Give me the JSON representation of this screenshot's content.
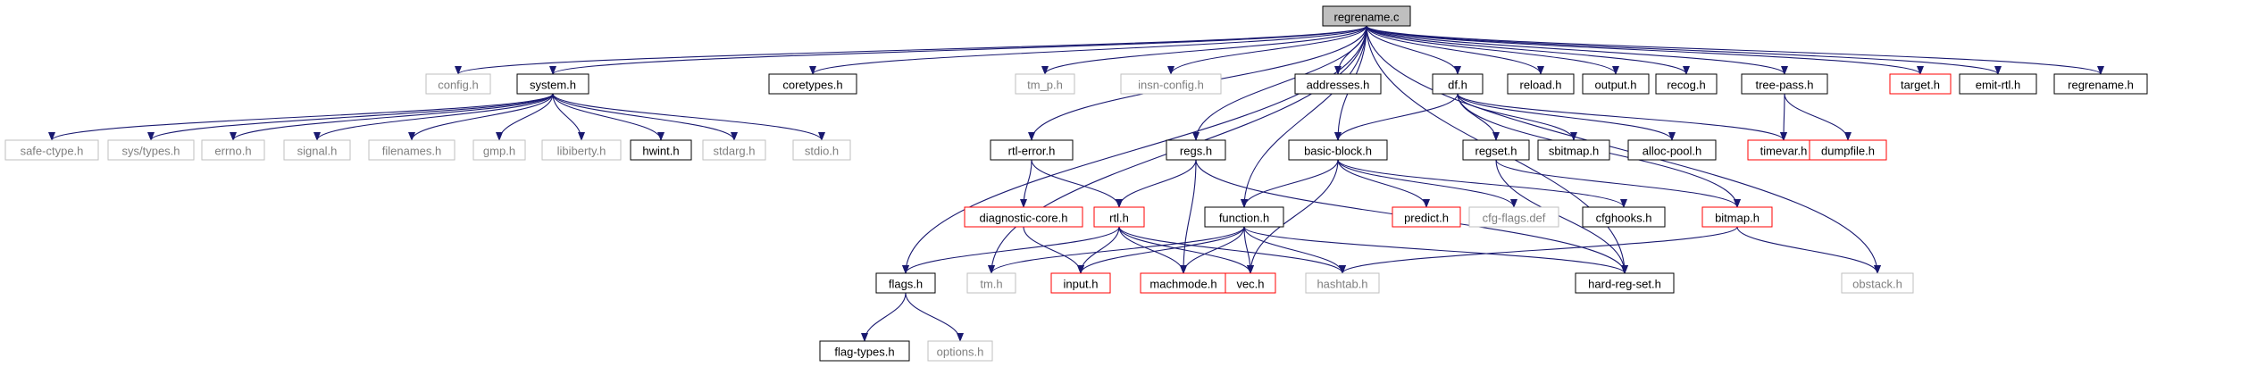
{
  "graph": {
    "root": "regrename.c",
    "colors": {
      "edge": "#191970",
      "root_fill": "#bfbfbf",
      "border_normal": "#000000",
      "border_missing": "#bfbfbf",
      "border_truncated": "#ff0000",
      "text_normal": "#000000",
      "text_missing": "#7f7f7f"
    },
    "nodes": [
      {
        "id": "root",
        "label": "regrename.c",
        "style": "root"
      },
      {
        "id": "config_h",
        "label": "config.h",
        "style": "missing"
      },
      {
        "id": "system_h",
        "label": "system.h",
        "style": "normal"
      },
      {
        "id": "coretypes_h",
        "label": "coretypes.h",
        "style": "normal"
      },
      {
        "id": "tm_p_h",
        "label": "tm_p.h",
        "style": "missing"
      },
      {
        "id": "insn_config_h",
        "label": "insn-config.h",
        "style": "missing"
      },
      {
        "id": "addresses_h",
        "label": "addresses.h",
        "style": "normal"
      },
      {
        "id": "df_h",
        "label": "df.h",
        "style": "normal"
      },
      {
        "id": "reload_h",
        "label": "reload.h",
        "style": "normal"
      },
      {
        "id": "output_h",
        "label": "output.h",
        "style": "normal"
      },
      {
        "id": "recog_h",
        "label": "recog.h",
        "style": "normal"
      },
      {
        "id": "tree_pass_h",
        "label": "tree-pass.h",
        "style": "normal"
      },
      {
        "id": "target_h",
        "label": "target.h",
        "style": "truncated"
      },
      {
        "id": "emit_rtl_h",
        "label": "emit-rtl.h",
        "style": "normal"
      },
      {
        "id": "regrename_h",
        "label": "regrename.h",
        "style": "normal"
      },
      {
        "id": "safe_ctype_h",
        "label": "safe-ctype.h",
        "style": "missing"
      },
      {
        "id": "sys_types_h",
        "label": "sys/types.h",
        "style": "missing"
      },
      {
        "id": "errno_h",
        "label": "errno.h",
        "style": "missing"
      },
      {
        "id": "signal_h",
        "label": "signal.h",
        "style": "missing"
      },
      {
        "id": "filenames_h",
        "label": "filenames.h",
        "style": "missing"
      },
      {
        "id": "gmp_h",
        "label": "gmp.h",
        "style": "missing"
      },
      {
        "id": "libiberty_h",
        "label": "libiberty.h",
        "style": "missing"
      },
      {
        "id": "hwint_h",
        "label": "hwint.h",
        "style": "normal"
      },
      {
        "id": "stdarg_h",
        "label": "stdarg.h",
        "style": "missing"
      },
      {
        "id": "stdio_h",
        "label": "stdio.h",
        "style": "missing"
      },
      {
        "id": "rtl_error_h",
        "label": "rtl-error.h",
        "style": "normal"
      },
      {
        "id": "regs_h",
        "label": "regs.h",
        "style": "normal"
      },
      {
        "id": "basic_block_h",
        "label": "basic-block.h",
        "style": "normal"
      },
      {
        "id": "regset_h",
        "label": "regset.h",
        "style": "normal"
      },
      {
        "id": "sbitmap_h",
        "label": "sbitmap.h",
        "style": "normal"
      },
      {
        "id": "alloc_pool_h",
        "label": "alloc-pool.h",
        "style": "normal"
      },
      {
        "id": "timevar_h",
        "label": "timevar.h",
        "style": "truncated"
      },
      {
        "id": "dumpfile_h",
        "label": "dumpfile.h",
        "style": "truncated"
      },
      {
        "id": "diagnostic_core_h",
        "label": "diagnostic-core.h",
        "style": "truncated"
      },
      {
        "id": "rtl_h",
        "label": "rtl.h",
        "style": "truncated"
      },
      {
        "id": "function_h",
        "label": "function.h",
        "style": "normal"
      },
      {
        "id": "predict_h",
        "label": "predict.h",
        "style": "truncated"
      },
      {
        "id": "cfg_flags_def",
        "label": "cfg-flags.def",
        "style": "missing"
      },
      {
        "id": "cfghooks_h",
        "label": "cfghooks.h",
        "style": "normal"
      },
      {
        "id": "bitmap_h",
        "label": "bitmap.h",
        "style": "truncated"
      },
      {
        "id": "flags_h",
        "label": "flags.h",
        "style": "normal"
      },
      {
        "id": "tm_h",
        "label": "tm.h",
        "style": "missing"
      },
      {
        "id": "input_h",
        "label": "input.h",
        "style": "truncated"
      },
      {
        "id": "machmode_h",
        "label": "machmode.h",
        "style": "truncated"
      },
      {
        "id": "vec_h",
        "label": "vec.h",
        "style": "truncated"
      },
      {
        "id": "hashtab_h",
        "label": "hashtab.h",
        "style": "missing"
      },
      {
        "id": "hard_reg_set_h",
        "label": "hard-reg-set.h",
        "style": "normal"
      },
      {
        "id": "obstack_h",
        "label": "obstack.h",
        "style": "missing"
      },
      {
        "id": "flag_types_h",
        "label": "flag-types.h",
        "style": "normal"
      },
      {
        "id": "options_h",
        "label": "options.h",
        "style": "missing"
      }
    ],
    "edges": [
      [
        "root",
        "config_h"
      ],
      [
        "root",
        "system_h"
      ],
      [
        "root",
        "coretypes_h"
      ],
      [
        "root",
        "tm_p_h"
      ],
      [
        "root",
        "insn_config_h"
      ],
      [
        "root",
        "addresses_h"
      ],
      [
        "root",
        "df_h"
      ],
      [
        "root",
        "reload_h"
      ],
      [
        "root",
        "output_h"
      ],
      [
        "root",
        "recog_h"
      ],
      [
        "root",
        "tree_pass_h"
      ],
      [
        "root",
        "target_h"
      ],
      [
        "root",
        "emit_rtl_h"
      ],
      [
        "root",
        "regrename_h"
      ],
      [
        "root",
        "flags_h"
      ],
      [
        "root",
        "tm_h"
      ],
      [
        "root",
        "rtl_error_h"
      ],
      [
        "root",
        "regs_h"
      ],
      [
        "root",
        "function_h"
      ],
      [
        "root",
        "basic_block_h"
      ],
      [
        "root",
        "hard_reg_set_h"
      ],
      [
        "root",
        "obstack_h"
      ],
      [
        "system_h",
        "safe_ctype_h"
      ],
      [
        "system_h",
        "sys_types_h"
      ],
      [
        "system_h",
        "errno_h"
      ],
      [
        "system_h",
        "signal_h"
      ],
      [
        "system_h",
        "filenames_h"
      ],
      [
        "system_h",
        "gmp_h"
      ],
      [
        "system_h",
        "libiberty_h"
      ],
      [
        "system_h",
        "hwint_h"
      ],
      [
        "system_h",
        "stdarg_h"
      ],
      [
        "system_h",
        "stdio_h"
      ],
      [
        "df_h",
        "regset_h"
      ],
      [
        "df_h",
        "sbitmap_h"
      ],
      [
        "df_h",
        "alloc_pool_h"
      ],
      [
        "df_h",
        "timevar_h"
      ],
      [
        "df_h",
        "basic_block_h"
      ],
      [
        "df_h",
        "bitmap_h"
      ],
      [
        "tree_pass_h",
        "timevar_h"
      ],
      [
        "tree_pass_h",
        "dumpfile_h"
      ],
      [
        "rtl_error_h",
        "diagnostic_core_h"
      ],
      [
        "rtl_error_h",
        "rtl_h"
      ],
      [
        "regs_h",
        "rtl_h"
      ],
      [
        "regs_h",
        "machmode_h"
      ],
      [
        "regs_h",
        "hard_reg_set_h"
      ],
      [
        "basic_block_h",
        "predict_h"
      ],
      [
        "basic_block_h",
        "cfg_flags_def"
      ],
      [
        "basic_block_h",
        "cfghooks_h"
      ],
      [
        "basic_block_h",
        "function_h"
      ],
      [
        "basic_block_h",
        "vec_h"
      ],
      [
        "regset_h",
        "bitmap_h"
      ],
      [
        "regset_h",
        "hard_reg_set_h"
      ],
      [
        "diagnostic_core_h",
        "input_h"
      ],
      [
        "rtl_h",
        "flags_h"
      ],
      [
        "rtl_h",
        "input_h"
      ],
      [
        "rtl_h",
        "machmode_h"
      ],
      [
        "rtl_h",
        "vec_h"
      ],
      [
        "rtl_h",
        "hashtab_h"
      ],
      [
        "function_h",
        "tm_h"
      ],
      [
        "function_h",
        "input_h"
      ],
      [
        "function_h",
        "machmode_h"
      ],
      [
        "function_h",
        "vec_h"
      ],
      [
        "function_h",
        "hashtab_h"
      ],
      [
        "function_h",
        "hard_reg_set_h"
      ],
      [
        "bitmap_h",
        "hashtab_h"
      ],
      [
        "bitmap_h",
        "obstack_h"
      ],
      [
        "flags_h",
        "flag_types_h"
      ],
      [
        "flags_h",
        "options_h"
      ]
    ]
  }
}
